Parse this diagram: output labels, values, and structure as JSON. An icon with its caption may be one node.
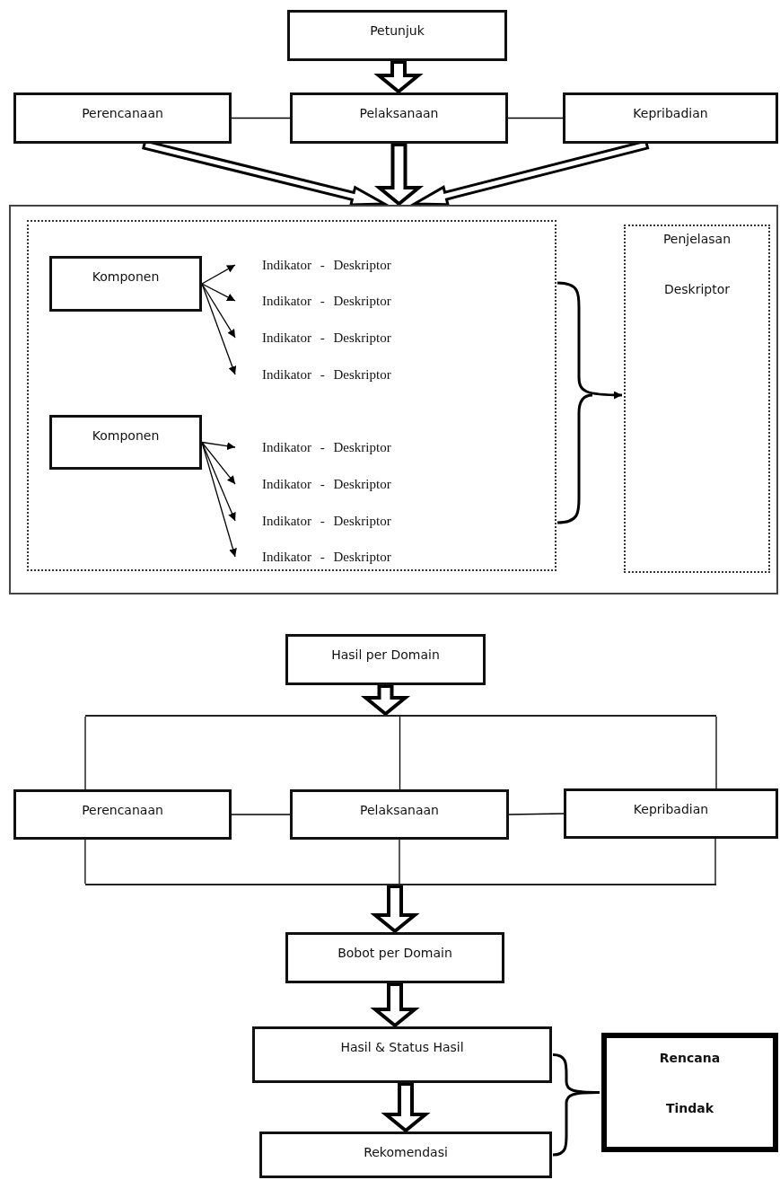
{
  "diagram": {
    "nodes": [
      {
        "text": [
          "Petunjuk"
        ]
      },
      {
        "text": [
          "Perencanaan"
        ]
      },
      {
        "text": [
          "Pelaksanaan"
        ]
      },
      {
        "text": [
          "Kepribadian"
        ]
      },
      {
        "text": [],
        "shape": "box"
      },
      {
        "text": [],
        "shape": "box",
        "in": 4
      },
      {
        "text": [
          "Komponen"
        ],
        "in": 5
      },
      {
        "text": [
          "Indikator - Deskriptor"
        ],
        "in": 5
      },
      {
        "text": [
          "Indikator - Deskriptor"
        ],
        "in": 5
      },
      {
        "text": [
          "Indikator - Deskriptor"
        ],
        "in": 5
      },
      {
        "text": [
          "Indikator - Deskriptor"
        ],
        "in": 5
      },
      {
        "text": [
          "Komponen"
        ],
        "in": 5
      },
      {
        "text": [
          "Indikator - Deskriptor"
        ],
        "in": 5
      },
      {
        "text": [
          "Indikator - Deskriptor"
        ],
        "in": 5
      },
      {
        "text": [
          "Indikator - Deskriptor"
        ],
        "in": 5
      },
      {
        "text": [
          "Indikator - Deskriptor"
        ],
        "in": 5
      },
      {
        "text": [
          "Penjelasan Deskriptor"
        ],
        "in": 4
      },
      {
        "text": [
          "Hasil per Domain"
        ]
      },
      {
        "text": [],
        "shape": "bar"
      },
      {
        "text": [
          "Perencanaan"
        ]
      },
      {
        "text": [
          "Pelaksanaan"
        ]
      },
      {
        "text": [
          "Kepribadian"
        ]
      },
      {
        "text": [],
        "shape": "bar"
      },
      {
        "text": [
          "Bobot per Domain"
        ]
      },
      {
        "text": [
          "Hasil & Status Hasil"
        ]
      },
      {
        "text": [
          "Rekomendasi"
        ]
      },
      {
        "text": [
          "Rencana Tindak"
        ]
      }
    ],
    "edges": [
      {
        "from": 0,
        "to": 2,
        "arrow": "to",
        "style": "thick"
      },
      {
        "from": 1,
        "to": 2,
        "arrow": "none"
      },
      {
        "from": 2,
        "to": 3,
        "arrow": "none"
      },
      {
        "from": 1,
        "to": 4,
        "arrow": "to",
        "style": "thick"
      },
      {
        "from": 2,
        "to": 4,
        "arrow": "to",
        "style": "thick"
      },
      {
        "from": 3,
        "to": 4,
        "arrow": "to",
        "style": "thick"
      },
      {
        "from": 6,
        "to": 7,
        "arrow": "to"
      },
      {
        "from": 6,
        "to": 8,
        "arrow": "to"
      },
      {
        "from": 6,
        "to": 9,
        "arrow": "to"
      },
      {
        "from": 6,
        "to": 10,
        "arrow": "to"
      },
      {
        "from": 11,
        "to": 12,
        "arrow": "to"
      },
      {
        "from": 11,
        "to": 13,
        "arrow": "to"
      },
      {
        "from": 11,
        "to": 14,
        "arrow": "to"
      },
      {
        "from": 11,
        "to": 15,
        "arrow": "to"
      },
      {
        "from": 5,
        "to": 16,
        "arrow": "to"
      },
      {
        "from": 17,
        "to": 18,
        "arrow": "to",
        "style": "thick"
      },
      {
        "from": 18,
        "to": 19,
        "arrow": "none"
      },
      {
        "from": 18,
        "to": 20,
        "arrow": "none"
      },
      {
        "from": 18,
        "to": 21,
        "arrow": "none"
      },
      {
        "from": 19,
        "to": 20,
        "arrow": "none"
      },
      {
        "from": 20,
        "to": 21,
        "arrow": "none"
      },
      {
        "from": 19,
        "to": 22,
        "arrow": "none"
      },
      {
        "from": 20,
        "to": 22,
        "arrow": "none"
      },
      {
        "from": 21,
        "to": 22,
        "arrow": "none"
      },
      {
        "from": 22,
        "to": 23,
        "arrow": "to",
        "style": "thick"
      },
      {
        "from": 23,
        "to": 24,
        "arrow": "to",
        "style": "thick"
      },
      {
        "from": 24,
        "to": 25,
        "arrow": "to",
        "style": "thick"
      },
      {
        "from": 24,
        "to": 26,
        "arrow": "none"
      },
      {
        "from": 25,
        "to": 26,
        "arrow": "none"
      }
    ]
  }
}
